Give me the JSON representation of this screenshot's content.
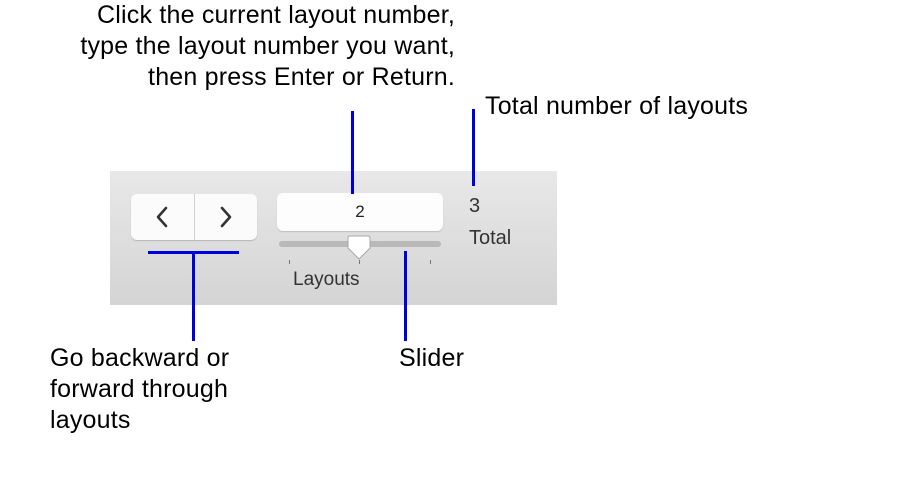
{
  "callouts": {
    "layout_number": [
      "Click the current layout number,",
      "type the layout number you want,",
      "then press Enter or Return."
    ],
    "total": "Total number of layouts",
    "navigation": [
      "Go backward or",
      "forward through",
      "layouts"
    ],
    "slider": "Slider"
  },
  "toolbar": {
    "back_icon": "chevron-left-icon",
    "forward_icon": "chevron-right-icon",
    "layout_number": "2",
    "slider_caption": "Layouts",
    "slider_position": 0.5,
    "total_count": "3",
    "total_label": "Total"
  },
  "colors": {
    "callout_line": "#0000dd",
    "toolbar_bg": "#dcdcdc"
  }
}
